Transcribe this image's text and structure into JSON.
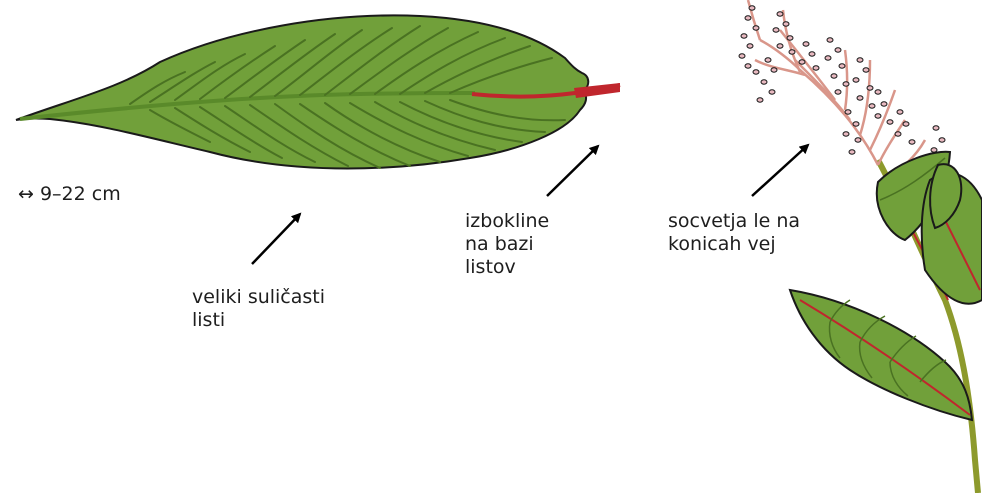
{
  "colors": {
    "leaf_fill": "#71a03a",
    "leaf_vein": "#4f7a26",
    "leaf_outline": "#1a1a1a",
    "petiole_red": "#c0262d",
    "stem_olive": "#8d9a2c",
    "branch_pink": "#d9968a",
    "flower_pink": "#e8b9c0",
    "arrow": "#000000"
  },
  "labels": {
    "size": "↔ 9–22 cm",
    "leaves": [
      "veliki suličasti",
      "listi"
    ],
    "nodes": [
      "izbokline",
      "na bazi",
      "listov"
    ],
    "inflorescence": [
      "socvetja le na",
      "konicah vej"
    ]
  }
}
